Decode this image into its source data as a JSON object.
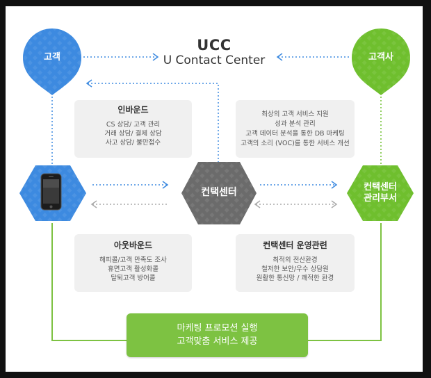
{
  "title": "UCC",
  "subtitle": "U Contact Center",
  "nodes": {
    "customer": "고객",
    "client_company": "고객사",
    "contact_center": "컨택센터",
    "cc_management_line1": "컨택센터",
    "cc_management_line2": "관리부서"
  },
  "inbound": {
    "title": "인바운드",
    "lines": [
      "CS 상담/ 고객 관리",
      "거래 상담/ 결제 상담",
      "사고 상담/ 불만접수"
    ]
  },
  "services": {
    "lines": [
      "최상의 고객 서비스 지원",
      "성과 분석 관리",
      "고객 데이터 분석을 통한 DB 마케팅",
      "고객의 소리 (VOC)를 통한 서비스 개선"
    ]
  },
  "outbound": {
    "title": "아웃바운드",
    "lines": [
      "해피콜/고객 만족도 조사",
      "휴면고객 활성화콜",
      "탈퇴고객 방어콜"
    ]
  },
  "operations": {
    "title": "컨택센터 운영관련",
    "lines": [
      "최적의 전산환경",
      "철저한 보안/우수 상담원",
      "원활한 통신망 / 쾌적한 환경"
    ]
  },
  "marketing": {
    "line1": "마케팅 프로모션 실행",
    "line2": "고객맞춤 서비스 제공"
  },
  "colors": {
    "blue": "#3d8ae0",
    "green": "#6fbf2e",
    "gray": "#6b6b6b",
    "cta_green": "#7dc242"
  }
}
